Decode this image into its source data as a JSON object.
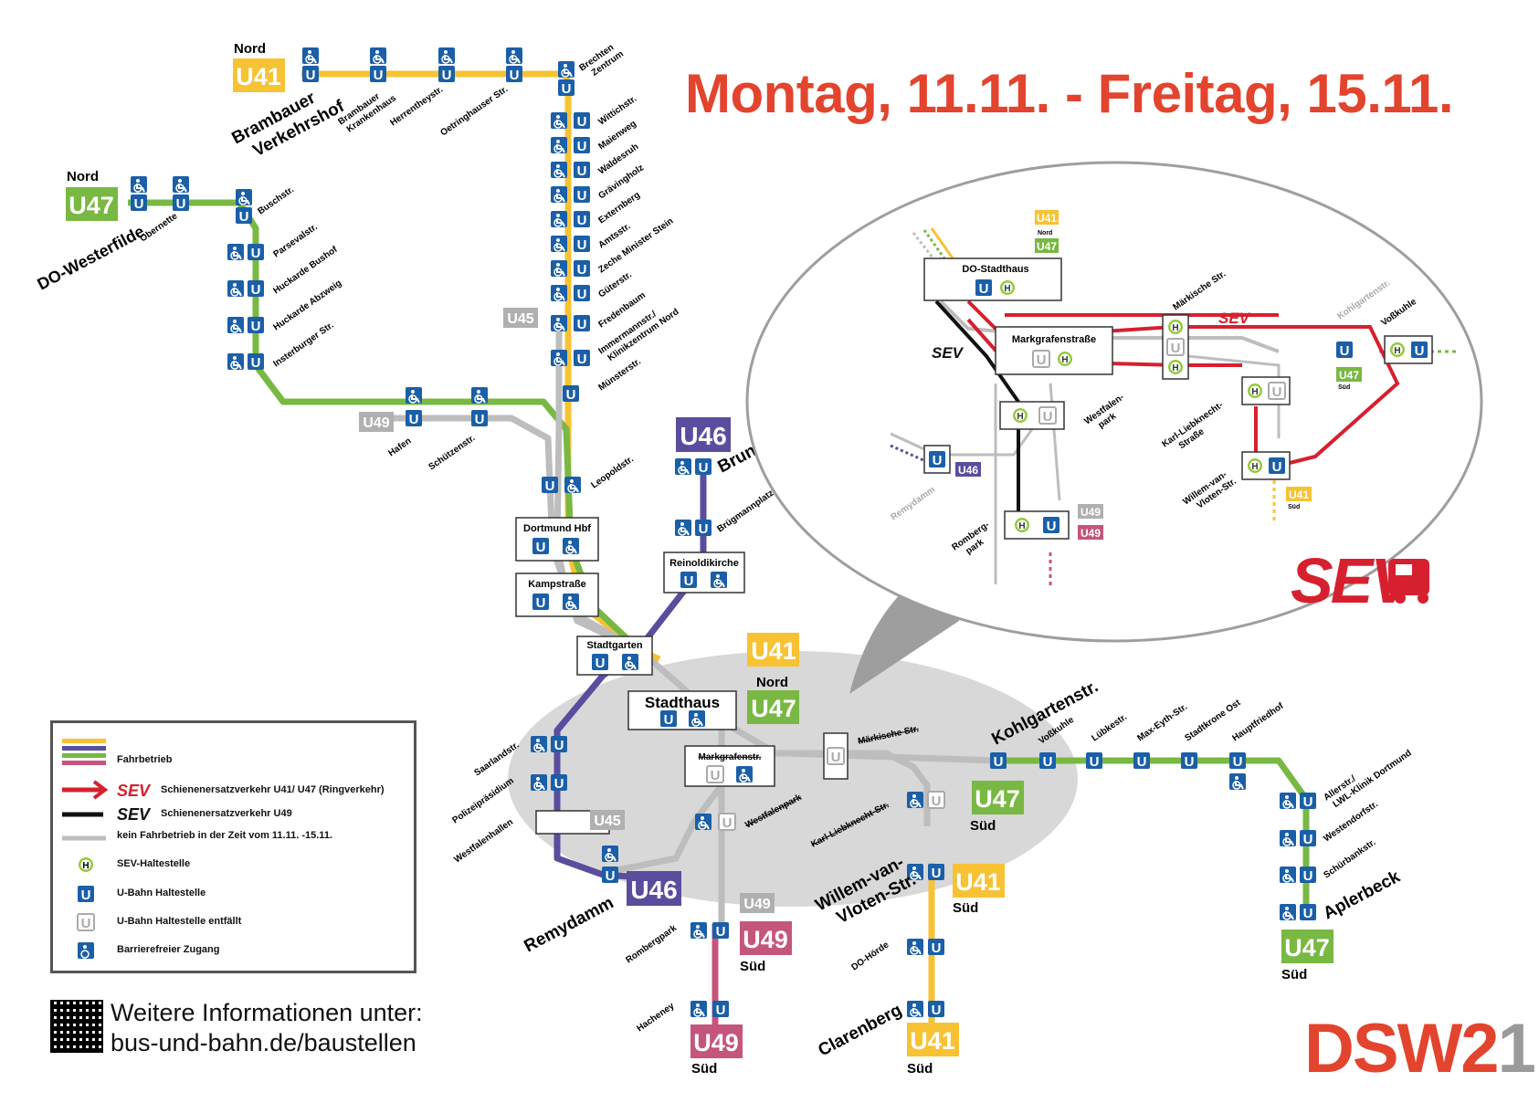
{
  "title": "Montag, 11.11. - Freitag, 15.11.",
  "colors": {
    "u41": "#f7c233",
    "u45": "#b0b0b0",
    "u46": "#5a4d9e",
    "u47": "#78b843",
    "u49": "#c4557c",
    "closed": "#bdbdbd",
    "sev_red": "#d6202f",
    "sev_black": "#111111",
    "accent": "#e2442e",
    "station_blue": "#1b5fa8",
    "sev_stop": "#95c93d"
  },
  "lines": {
    "u41": "U41",
    "u45": "U45",
    "u46": "U46",
    "u47": "U47",
    "u49": "U49",
    "nord": "Nord",
    "sued": "Süd"
  },
  "termini": {
    "brambauer": "Brambauer\nVerkehrshof",
    "westerfilde": "DO-Westerfilde",
    "brunnenstr": "Brunnenstr.",
    "remydamm": "Remydamm",
    "aplerbeck": "Aplerbeck",
    "clarenberg": "Clarenberg",
    "willem": "Willem-van-\nVloten-Str.",
    "kohlgartenstr": "Kohlgartenstr."
  },
  "stations": {
    "u41_north": [
      "Brambauer\nKrankenhaus",
      "Herrentheystr.",
      "Oetringhauser Str.",
      "Brechten\nZentrum",
      "Wittichstr.",
      "Maienweg",
      "Waldesruh",
      "Grävingholz",
      "Externberg",
      "Amtsstr.",
      "Zeche Minister Stein",
      "Güterstr.",
      "Fredenbaum",
      "Immermannstr./\nKlinikzentrum Nord",
      "Münsterstr."
    ],
    "u47_north": [
      "Obernette",
      "Buschstr.",
      "Parsevalstr.",
      "Huckarde Bushof",
      "Huckarde Abzweig",
      "Insterburger Str."
    ],
    "u49_north": [
      "Hafen",
      "Schützenstr.",
      "Leopoldstr."
    ],
    "boxed": [
      "Dortmund Hbf",
      "Kampstraße",
      "Stadtgarten",
      "Stadthaus",
      "Reinoldikirche",
      "Markgrafenstr."
    ],
    "u46": [
      "Brügmannplatz"
    ],
    "southwest": [
      "Saarlandstr.",
      "Polizeipräsidium",
      "Westfalenhallen",
      "Westfalenpark",
      "Rombergpark",
      "Hacheney"
    ],
    "southeast": [
      "Märkische Str.",
      "Karl-Liebknecht-Str.",
      "DO-Hörde"
    ],
    "east": [
      "Voßkuhle",
      "Lübkestr.",
      "Max-Eyth-Str.",
      "Stadtkrone Ost",
      "Hauptfriedhof",
      "Allerstr./\nLWL-Klinik Dortmund",
      "Westendorfstr.",
      "Schürbankstr."
    ]
  },
  "inset": {
    "stadthaus": "DO-Stadthaus",
    "markgrafen": "Markgrafenstraße",
    "maerkische": "Märkische Str.",
    "kohlgarten": "Kohlgartenstr.",
    "vosskuhle": "Voßkuhle",
    "westfalenpark": "Westfalen-\npark",
    "karl": "Karl-Liebknecht-\nStraße",
    "willem": "Willem-van-\nVloten-Str.",
    "romberg": "Romberg-\npark",
    "remydamm": "Remydamm",
    "sev": "SEV"
  },
  "legend": {
    "fahrbetrieb": "Fahrbetrieb",
    "sev_ring": "Schienenersatzverkehr U41/ U47 (Ringverkehr)",
    "sev_u49": "Schienenersatzverkehr U49",
    "kein_fahrbetrieb": "kein Fahrbetrieb in der Zeit vom 11.11. -15.11.",
    "sev_stop": "SEV-Haltestelle",
    "ubahn": "U-Bahn Haltestelle",
    "ubahn_closed": "U-Bahn Haltestelle entfällt",
    "barrierefrei": "Barrierefreier Zugang",
    "sev_word": "SEV"
  },
  "info": {
    "line1": "Weitere Informationen unter:",
    "line2": "bus-und-bahn.de/baustellen"
  },
  "logo": {
    "red": "DSW2",
    "grey": "1"
  }
}
